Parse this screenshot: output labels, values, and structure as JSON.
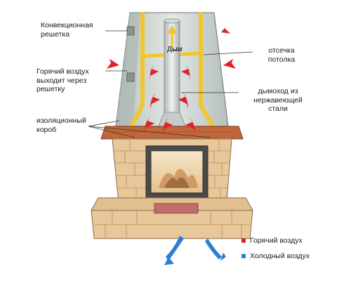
{
  "labels": {
    "convection_grille": "Конвекционная\nрешетка",
    "hot_air_out": "Горячий воздух\nвыходит через\nрешетку",
    "insulation_box": "изоляционный\nкороб",
    "smoke": "Дым",
    "ceiling_cutoff": "отсечка\nпотолка",
    "stainless_chimney": "дымоход из\nнержавеющей\nстали"
  },
  "legend": {
    "hot_air": "Горячий воздух",
    "cold_air": "Холодный воздух"
  },
  "colors": {
    "hot_air": "#e0222a",
    "cold_air": "#2b7fd4",
    "hood": "#cfd6d3",
    "brick": "#e8c89a",
    "insulation": "#f2c52e"
  }
}
